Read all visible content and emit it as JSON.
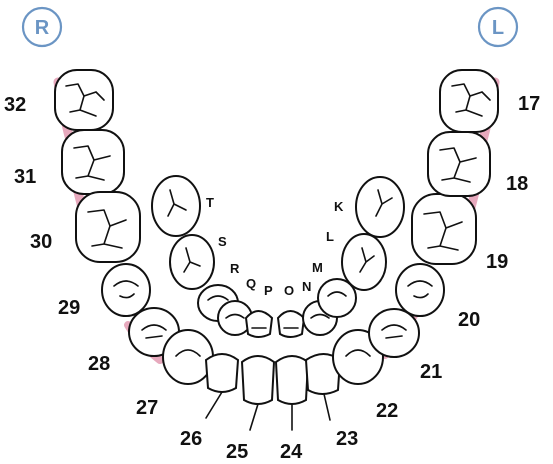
{
  "side_markers": {
    "right": {
      "label": "R",
      "color": "#6b95c4"
    },
    "left": {
      "label": "L",
      "color": "#6b95c4"
    }
  },
  "colors": {
    "gum": "#e7a9bd",
    "outline": "#111111"
  },
  "permanent_teeth": [
    "32",
    "31",
    "30",
    "29",
    "28",
    "27",
    "26",
    "25",
    "24",
    "23",
    "22",
    "21",
    "20",
    "19",
    "18",
    "17"
  ],
  "primary_teeth": [
    "T",
    "S",
    "R",
    "Q",
    "P",
    "O",
    "N",
    "M",
    "L",
    "K"
  ]
}
